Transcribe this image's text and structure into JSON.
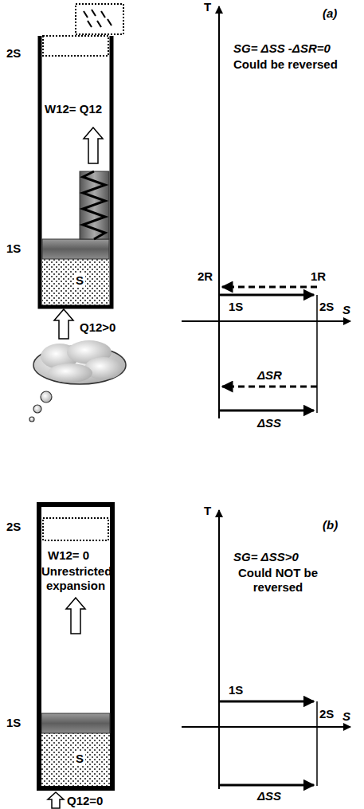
{
  "diagram": {
    "labels": [
      "2S",
      "W12= Q12",
      "1S",
      "S",
      "Q12>0",
      "T",
      "(a)",
      "SG= ΔSS -ΔSR=0",
      "Could be reversed",
      "2R",
      "1R",
      "1S",
      "2S",
      "S",
      "ΔSR",
      "ΔSS",
      "2S",
      "W12= 0",
      "Unrestricted expansion",
      "1S",
      "S",
      "Q12=0",
      "T",
      "(b)",
      "SG= ΔSS>0",
      "Could NOT be reversed",
      "1S",
      "2S",
      "S",
      "ΔSS"
    ]
  }
}
